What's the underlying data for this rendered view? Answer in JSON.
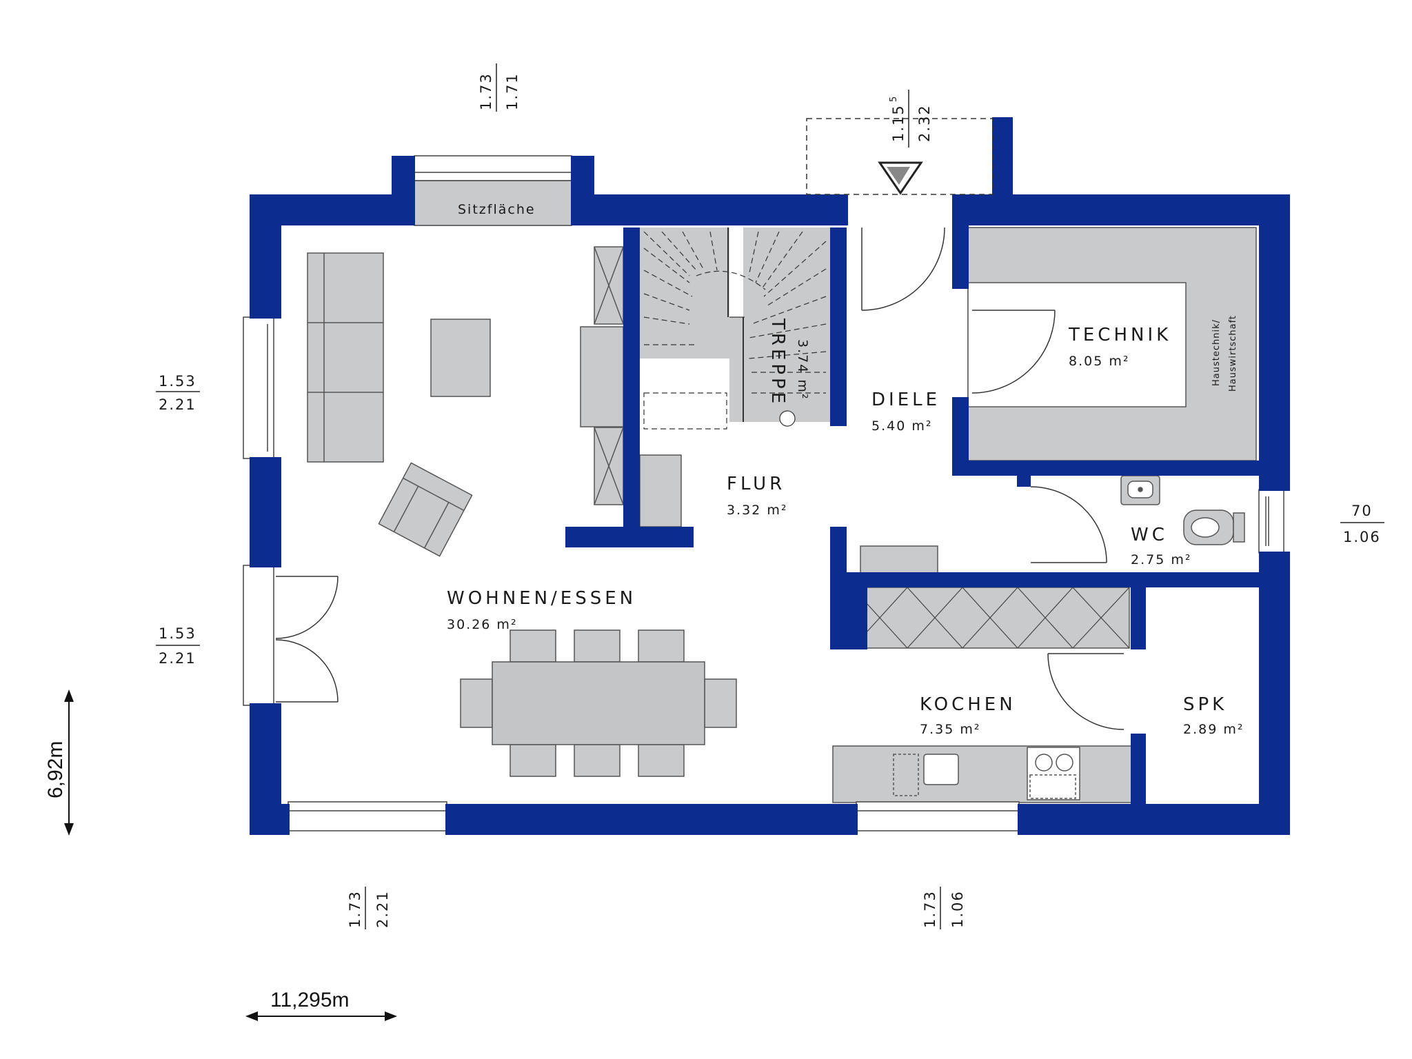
{
  "colors": {
    "wall": "#0c2c8f",
    "furniture": "#c9cacc",
    "line": "#333333",
    "background": "#ffffff"
  },
  "rooms": {
    "wohnen": {
      "name": "WOHNEN/ESSEN",
      "area": "30.26 m²"
    },
    "flur": {
      "name": "FLUR",
      "area": "3.32 m²"
    },
    "treppe": {
      "name": "TREPPE",
      "area": "3.74 m²"
    },
    "diele": {
      "name": "DIELE",
      "area": "5.40 m²"
    },
    "technik": {
      "name": "TECHNIK",
      "area": "8.05 m²"
    },
    "wc": {
      "name": "WC",
      "area": "2.75 m²"
    },
    "kochen": {
      "name": "KOCHEN",
      "area": "7.35 m²"
    },
    "spk": {
      "name": "SPK",
      "area": "2.89 m²"
    }
  },
  "labels": {
    "sitzflaeche": "Sitzfläche",
    "haustechnik_line1": "Haustechnik/",
    "haustechnik_line2": "Hauswirtschaft"
  },
  "dimensions": {
    "top_left_window": {
      "top": "1.73",
      "bottom": "1.71"
    },
    "entrance_door": {
      "top_main": "1.15",
      "top_sup": "5",
      "bottom": "2.32"
    },
    "left_upper_window": {
      "top": "1.53",
      "bottom": "2.21"
    },
    "left_lower_door": {
      "top": "1.53",
      "bottom": "2.21"
    },
    "right_wc_window": {
      "top": "70",
      "bottom": "1.06"
    },
    "bottom_left_window": {
      "top": "1.73",
      "bottom": "2.21"
    },
    "bottom_kitchen_window": {
      "top": "1.73",
      "bottom": "1.06"
    }
  },
  "totals": {
    "height": "6,92m",
    "width": "11,295m"
  }
}
